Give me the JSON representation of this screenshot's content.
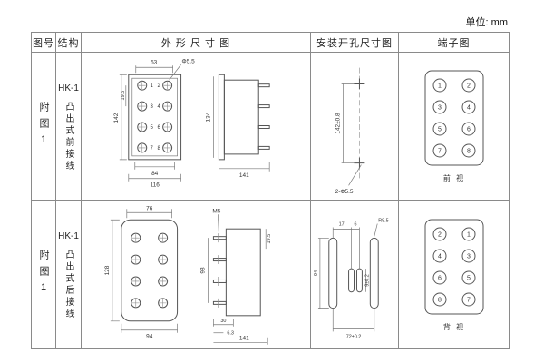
{
  "unit_label": "单位: mm",
  "headers": {
    "fig": "图号",
    "struct": "结构",
    "outline": "外 形 尺 寸 图",
    "mount": "安装开孔尺寸图",
    "terminal": "端子图"
  },
  "rows": [
    {
      "fig": "附图1",
      "model": "HK-1",
      "mode": "凸出式前接线",
      "outline": {
        "top": "53",
        "phi": "Φ5.5",
        "height": "142",
        "pitch": "19.5",
        "bottom_inner": "84",
        "bottom_outer": "116",
        "side_height": "134",
        "side_width": "141",
        "nums": [
          "1",
          "2",
          "3",
          "4",
          "5",
          "6",
          "7",
          "8"
        ]
      },
      "mount": {
        "dim": "142±0.8",
        "note": "2-Φ5.5"
      },
      "terminal": {
        "left": [
          "1",
          "3",
          "5",
          "7"
        ],
        "right": [
          "2",
          "4",
          "6",
          "8"
        ],
        "label": "前 视"
      }
    },
    {
      "fig": "附图1",
      "model": "HK-1",
      "mode": "凸出式后接线",
      "outline": {
        "top": "76",
        "height": "128",
        "bottom": "94",
        "m5": "M5",
        "side_height": "98",
        "pitch": "19.5",
        "b30": "30",
        "b63": "6.3",
        "side_width": "141"
      },
      "mount": {
        "d17": "17",
        "d6": "6",
        "r": "R8.5",
        "d94": "94",
        "d9": "9±0.2",
        "d72": "72±0.2"
      },
      "terminal": {
        "left": [
          "2",
          "4",
          "6",
          "8"
        ],
        "right": [
          "1",
          "3",
          "5",
          "7"
        ],
        "label": "背 视"
      }
    }
  ]
}
